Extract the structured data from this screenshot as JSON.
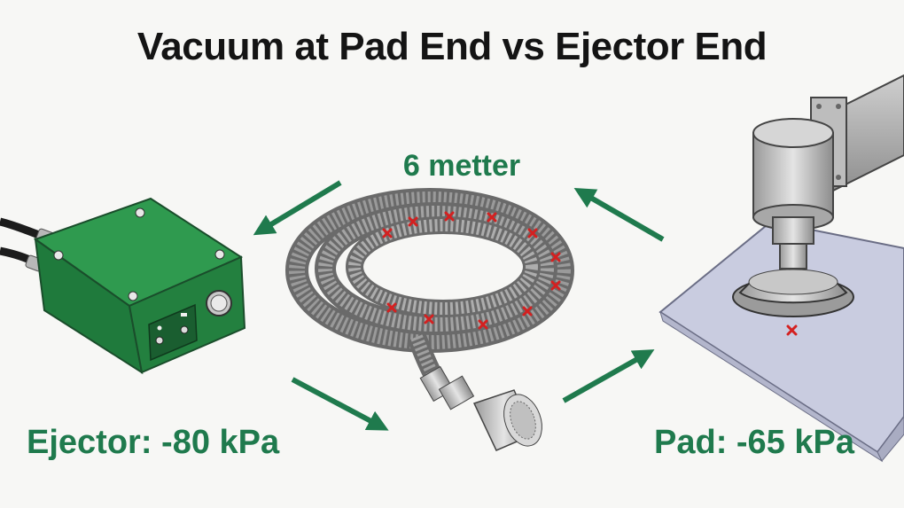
{
  "title": "Vacuum at Pad End vs Ejector End",
  "hose": {
    "label": "6 metter"
  },
  "ejector": {
    "label": "Ejector: -80 kPa"
  },
  "pad": {
    "label": "Pad: -65 kPa"
  },
  "colors": {
    "accent_green": "#1f7a4d",
    "ejector_body": "#23803f",
    "leak_marker": "#d42020",
    "plate": "#c9cce0"
  },
  "icons": {
    "flow_arrow": "arrow-icon",
    "leak_marker": "x-icon"
  }
}
